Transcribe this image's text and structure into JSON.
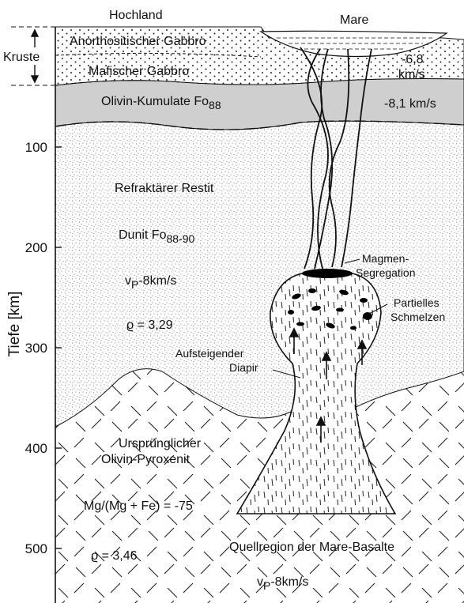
{
  "labels": {
    "hochland": "Hochland",
    "mare": "Mare",
    "kruste": "Kruste",
    "anorthositischer_gabbro": "Anorthositischer Gabbro",
    "mafischer_gabbro": "Mafischer Gabbro",
    "olivin_kumulate": "Olivin-Kumulate Fo",
    "olivin_kumulate_sub": "88",
    "vel_crust": "-6,8",
    "vel_crust_unit": "km/s",
    "vel_olivin": "-8,1 km/s",
    "refraktaerer_restit": "Refraktärer Restit",
    "dunit": "Dunit Fo",
    "dunit_sub": "88-90",
    "vp_upper_v": "v",
    "vp_upper_sub": "P",
    "vp_upper_val": "-8km/s",
    "rho_upper": "ϱ = 3,29",
    "magmen_1": "Magmen-",
    "magmen_2": "Segregation",
    "partielles_1": "Partielles",
    "partielles_2": "Schmelzen",
    "aufsteigender_1": "Aufsteigender",
    "aufsteigender_2": "Diapir",
    "urspruenglicher_1": "Ursprünglicher",
    "urspruenglicher_2": "Olivin-Pyroxenit",
    "mg_ratio": "Mg/(Mg + Fe) = -75",
    "rho_lower": "ϱ = 3,46",
    "quellregion": "Quellregion der Mare-Basalte",
    "vp_lower_v": "v",
    "vp_lower_sub": "P",
    "vp_lower_val": "-8km/s"
  },
  "axis": {
    "title": "Tiefe [km]",
    "ticks": [
      "100",
      "200",
      "300",
      "400",
      "500"
    ]
  },
  "colors": {
    "olivin_band": "#cfcfcf",
    "ink": "#111111",
    "magma": "#000000"
  }
}
